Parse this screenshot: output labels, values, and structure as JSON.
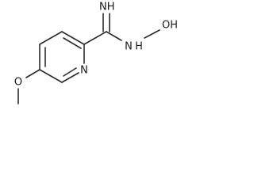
{
  "molecule": {
    "atoms": {
      "imine": "NH",
      "amine_n": "N",
      "amine_h": "H",
      "hydroxyl": "OH",
      "ring_n": "N",
      "ether_o": "O"
    }
  }
}
